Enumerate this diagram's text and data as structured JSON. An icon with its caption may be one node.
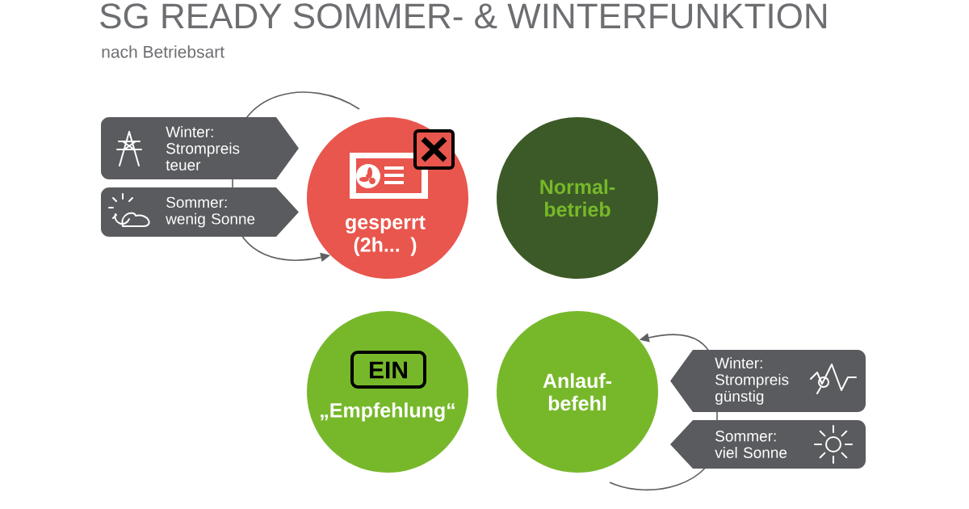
{
  "diagram": {
    "title": "SG READY SOMMER- & WINTERFUNKTION",
    "caption": "nach Betriebsart",
    "nodes": [
      {
        "text": [
          "Winter: Strompreis teuer"
        ]
      },
      {
        "text": [
          "Sommer: wenig Sonne"
        ]
      },
      {
        "text": [
          "gesperrt (2h... )"
        ]
      },
      {
        "text": [
          "Normal- betrieb"
        ]
      },
      {
        "text": [
          "EIN",
          "„Empfehlung“"
        ]
      },
      {
        "text": [
          "Anlauf- befehl"
        ]
      },
      {
        "text": [
          "Winter: Strompreis günstig"
        ]
      },
      {
        "text": [
          "Sommer: viel Sonne"
        ]
      }
    ],
    "edges": [
      {
        "from": null,
        "to": 2,
        "arrow": "to"
      },
      {
        "from": null,
        "to": 5,
        "arrow": "to"
      }
    ]
  }
}
